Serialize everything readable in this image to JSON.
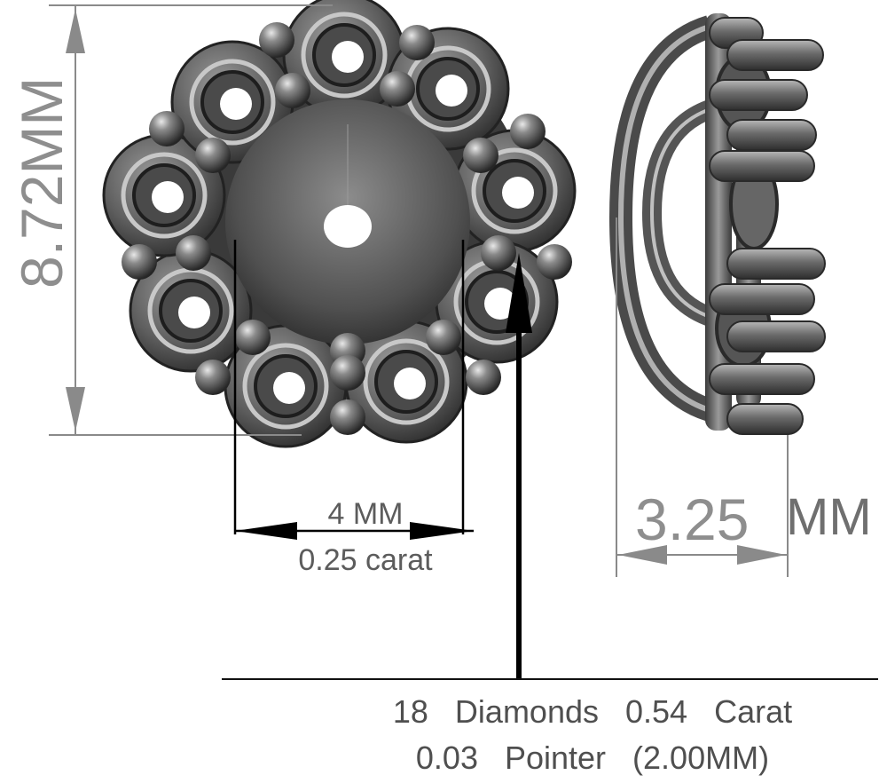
{
  "dimensions": {
    "height": "8.72MM",
    "center_width": "4 MM",
    "center_carat": "0.25 carat",
    "depth_value": "3.25",
    "depth_unit": "MM"
  },
  "specs": {
    "line1": "18   Diamonds   0.54   Carat",
    "line2": "0.03   Pointer   (2.00MM)"
  },
  "colors": {
    "metal_dark": "#3c3c3c",
    "metal_mid": "#6e6e6e",
    "metal_light": "#b5b5b5",
    "dimension_line": "#8a8a8a",
    "pointer": "#000000"
  }
}
